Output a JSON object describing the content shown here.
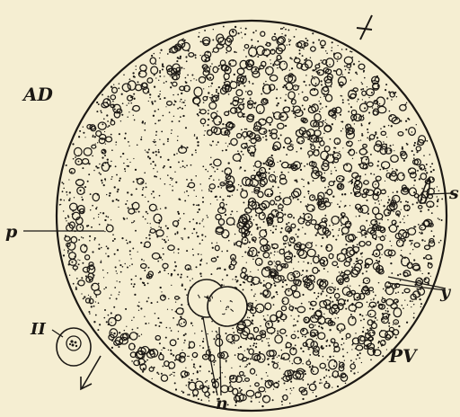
{
  "figure": {
    "background": "#f5eed2",
    "ink": "#1b1814",
    "labels": {
      "ad": "AD",
      "pv": "PV",
      "ii": "II",
      "p": "p",
      "s": "s",
      "y": "y",
      "n": "n"
    }
  }
}
